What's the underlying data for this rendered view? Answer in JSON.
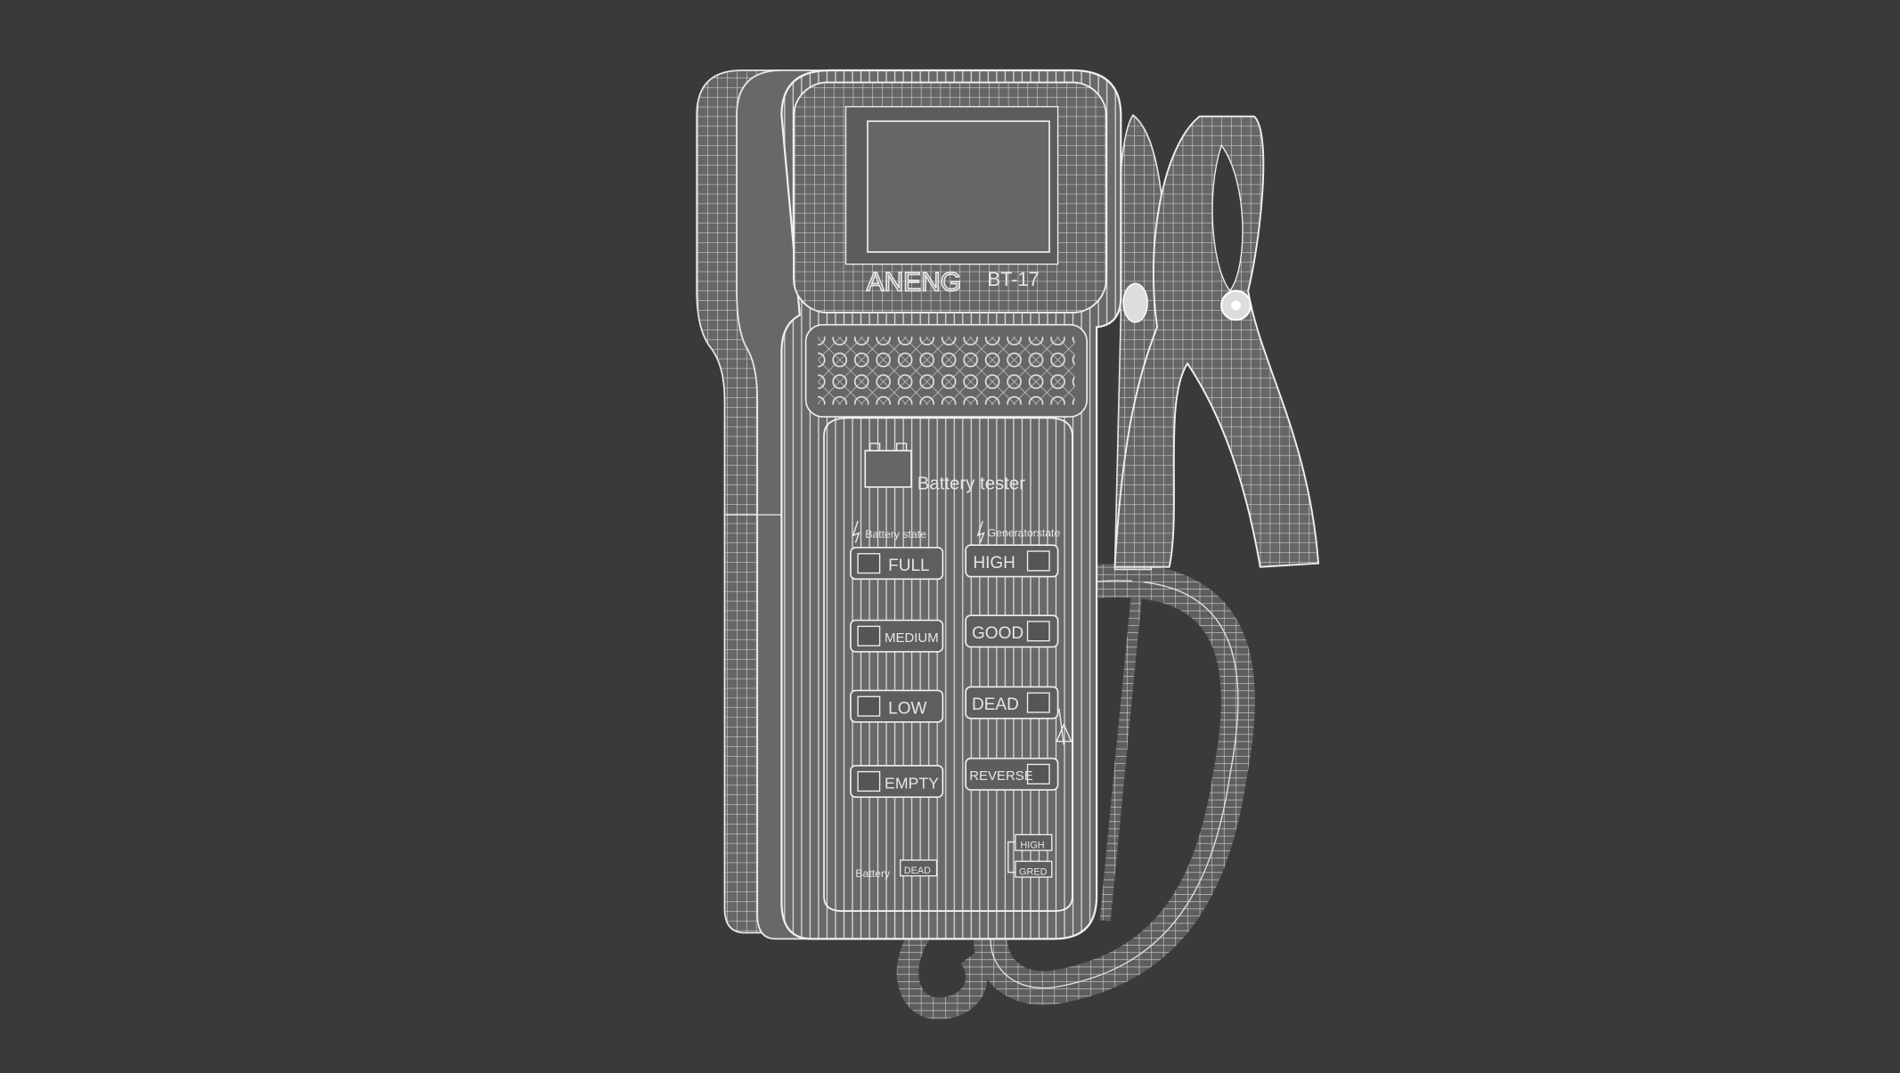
{
  "scene": {
    "description": "3D wireframe render of a handheld battery tester with alligator clips",
    "background_color": "#3a3a3a",
    "wire_color": "#e8e8e8",
    "surface_color": "#6b6b6b"
  },
  "device": {
    "brand": "ANENG",
    "model": "BT-17",
    "panel_title": "Battery tester",
    "battery_state": {
      "heading": "Battery state",
      "indicators": [
        "FULL",
        "MEDIUM",
        "LOW",
        "EMPTY"
      ]
    },
    "generator_state": {
      "heading": "Generatorstate",
      "indicators": [
        "HIGH",
        "GOOD",
        "DEAD",
        "REVERSE"
      ]
    },
    "footer": {
      "battery_label": "Battery",
      "battery_badge": "DEAD",
      "right_badges": [
        "HIGH",
        "GRED"
      ]
    }
  }
}
